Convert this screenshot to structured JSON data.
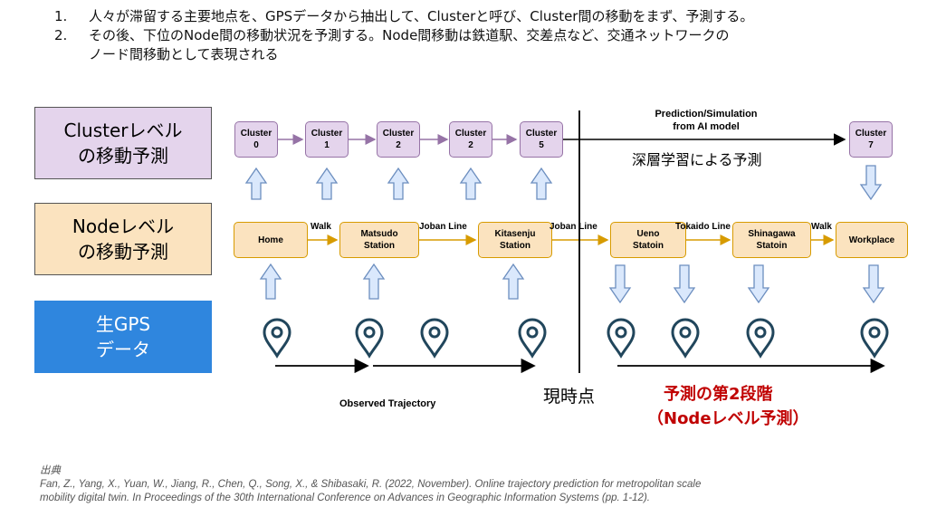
{
  "intro": [
    {
      "num": "1.",
      "text": "人々が滞留する主要地点を、GPSデータから抽出して、Clusterと呼び、Cluster間の移動をまず、予測する。"
    },
    {
      "num": "2.",
      "text": "その後、下位のNode間の移動状況を予測する。Node間移動は鉄道駅、交差点など、交通ネットワークの"
    },
    {
      "num": "",
      "text": "ノード間移動として表現される"
    }
  ],
  "levels": {
    "cluster": "Clusterレベル\nの移動予測",
    "node": "Nodeレベル\nの移動予測",
    "gps": "生GPS\nデータ"
  },
  "clusters": [
    {
      "title": "Cluster",
      "id": "0"
    },
    {
      "title": "Cluster",
      "id": "1"
    },
    {
      "title": "Cluster",
      "id": "2"
    },
    {
      "title": "Cluster",
      "id": "2"
    },
    {
      "title": "Cluster",
      "id": "5"
    },
    {
      "title": "Cluster",
      "id": "7"
    }
  ],
  "nodes": [
    {
      "line1": "Home",
      "line2": ""
    },
    {
      "line1": "Matsudo",
      "line2": "Station"
    },
    {
      "line1": "Kitasenju",
      "line2": "Station"
    },
    {
      "line1": "Ueno",
      "line2": "Statoin"
    },
    {
      "line1": "Shinagawa",
      "line2": "Statoin"
    },
    {
      "line1": "Workplace",
      "line2": ""
    }
  ],
  "edges": [
    "Walk",
    "Joban Line",
    "Joban Line",
    "Tokaido Line",
    "Walk"
  ],
  "prediction_header": {
    "line1": "Prediction/Simulation",
    "line2": "from AI model"
  },
  "deep_learning_label": "深層学習による予測",
  "observed_label": "Observed Trajectory",
  "now_label": "現時点",
  "stage2": {
    "line1": "予測の第2段階",
    "line2": "（Nodeレベル予測）"
  },
  "citation": {
    "heading": "出典",
    "text1": "Fan, Z., Yang, X., Yuan, W., Jiang, R., Chen, Q., Song, X., & Shibasaki, R. (2022, November). Online trajectory prediction for metropolitan scale",
    "text2": "mobility digital twin. In Proceedings of the 30th International Conference on Advances in Geographic Information Systems (pp. 1-12)."
  },
  "colors": {
    "cluster_fill": "#e4d4ec",
    "cluster_border": "#9673a6",
    "node_fill": "#fbe3bf",
    "node_border": "#d79b00",
    "gps_fill": "#2f86de",
    "arrow_fill": "#dae8fc",
    "arrow_border": "#6c8ebf",
    "pin": "#21465c",
    "stage2_red": "#c00000"
  },
  "icons": {
    "location_pin": "map-pin-icon",
    "up_arrow": "block-arrow-up-icon",
    "down_arrow": "block-arrow-down-icon"
  }
}
